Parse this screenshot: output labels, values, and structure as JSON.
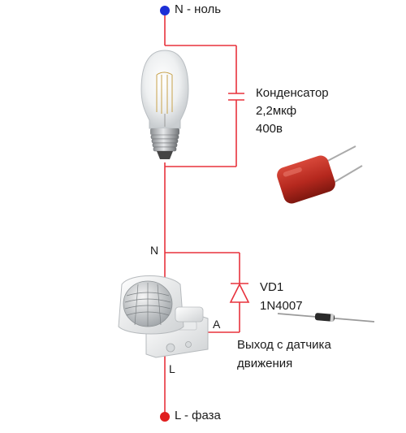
{
  "terminals": {
    "neutral": "N - ноль",
    "phase": "L - фаза",
    "sensor_n": "N",
    "sensor_l": "L",
    "sensor_a": "A"
  },
  "capacitor": {
    "title": "Конденсатор",
    "value": "2,2мкф",
    "voltage": "400в"
  },
  "diode": {
    "designator": "VD1",
    "part": "1N4007"
  },
  "sensor_output": {
    "line1": "Выход с датчика",
    "line2": "движения"
  },
  "colors": {
    "wire": "#e8323c",
    "terminal_neutral": "#1c2fd6",
    "terminal_phase": "#e01e1e",
    "capacitor_body": "#b5281e"
  }
}
